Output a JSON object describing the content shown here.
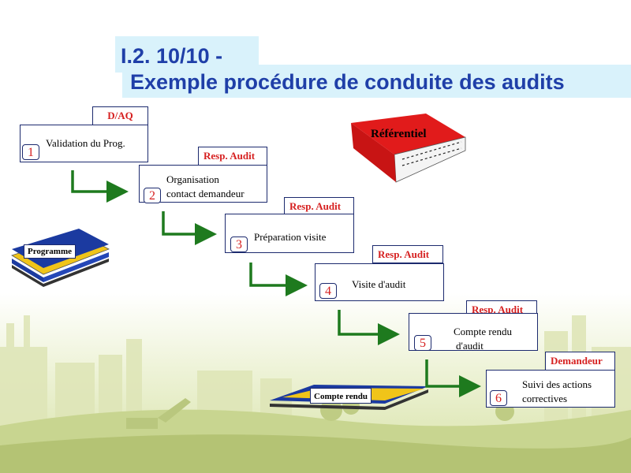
{
  "title": {
    "line1": "I.2. 10/10 -",
    "line2": "Exemple procédure de conduite des audits"
  },
  "steps": [
    {
      "number": "1",
      "role": "D/AQ",
      "label_lines": [
        "Validation du Prog."
      ]
    },
    {
      "number": "2",
      "role": "Resp. Audit",
      "label_lines": [
        "Organisation",
        "contact demandeur"
      ]
    },
    {
      "number": "3",
      "role": "Resp. Audit",
      "label_lines": [
        "Préparation visite"
      ]
    },
    {
      "number": "4",
      "role": "Resp. Audit",
      "label_lines": [
        "Visite d'audit"
      ]
    },
    {
      "number": "5",
      "role": "Resp. Audit",
      "label_lines": [
        "Compte rendu",
        "d'audit"
      ]
    },
    {
      "number": "6",
      "role": "Demandeur",
      "label_lines": [
        "Suivi des actions",
        "correctives"
      ]
    }
  ],
  "documents": {
    "referentiel": "Référentiel",
    "programme": "Programme",
    "compte_rendu": "Compte rendu"
  },
  "colors": {
    "title_bg": "#d9f2fb",
    "title_text": "#1f3fa8",
    "role_text": "#d62020",
    "number_text": "#d62020",
    "arrow": "#1e7a1e",
    "book_red": "#e11b1b"
  }
}
